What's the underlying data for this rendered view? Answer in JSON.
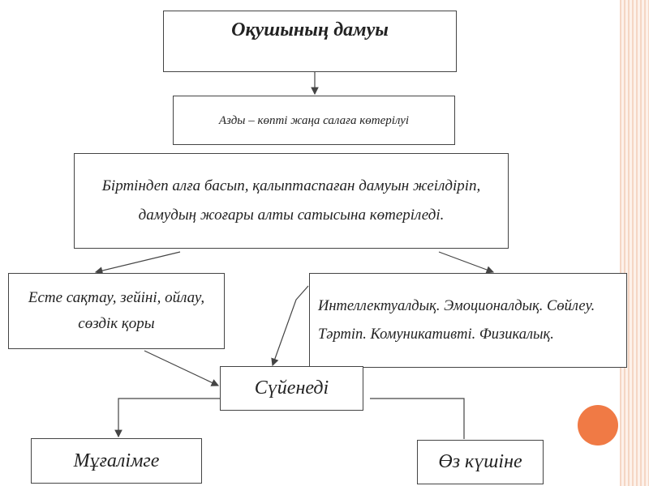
{
  "diagram": {
    "title": "Оқушының дамуы",
    "rise": "Азды – көпті жаңа салаға көтерілуі",
    "steps": "Біртіндеп алға басып, қалыптаспаған дамуын жеілдіріп, дамудың жоғары алты сатысына көтеріледі.",
    "memory": "Есте сақтау, зейіні, ойлау, сөздік қоры",
    "qualities": "Интеллектуалдық. Эмоционалдық. Сөйлеу. Тәртіп. Комуникативті. Физикалық.",
    "relies": "Сүйенеді",
    "teacher": "Мұғалімге",
    "self": "Өз күшіне"
  },
  "colors": {
    "stripe": "#f5d6c4",
    "dot": "#f07a45",
    "border": "#444444"
  }
}
